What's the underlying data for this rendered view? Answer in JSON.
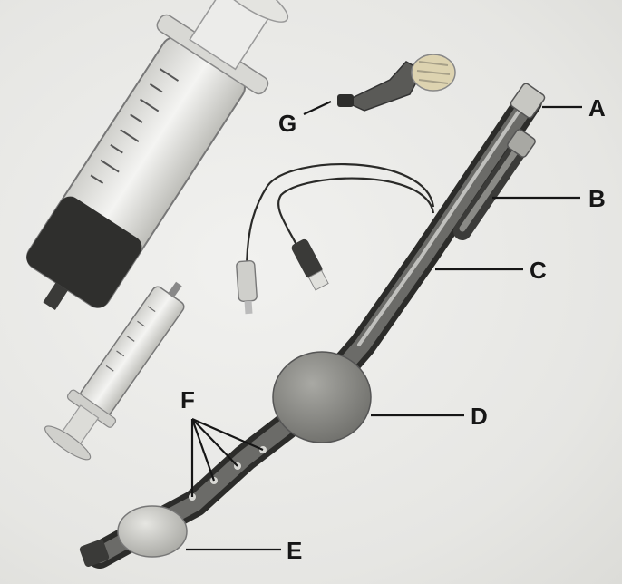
{
  "labels": {
    "A": "A",
    "B": "B",
    "C": "C",
    "D": "D",
    "E": "E",
    "F": "F",
    "G": "G"
  },
  "colors": {
    "background": "#e9e9e6",
    "ink": "#161616",
    "tube_dark": "#3e3e3c",
    "cuff": "#8e8e89",
    "pilot_cuff": "#c9c9c4"
  }
}
